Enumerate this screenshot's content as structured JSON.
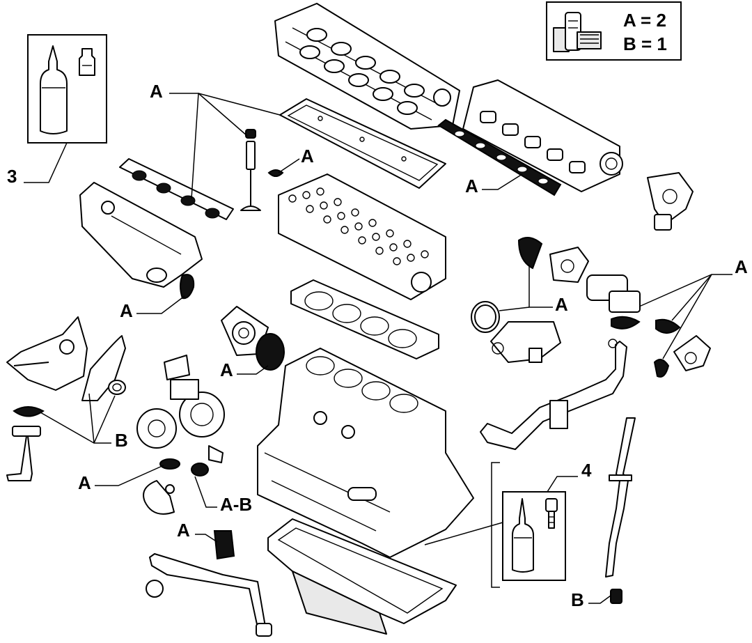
{
  "legend": {
    "icon": "parts-kit-icon",
    "lines": [
      "A = 2",
      "B = 1"
    ]
  },
  "callouts": [
    {
      "id": "A1",
      "text": "A"
    },
    {
      "id": "A2",
      "text": "A"
    },
    {
      "id": "A3",
      "text": "A"
    },
    {
      "id": "A4",
      "text": "A"
    },
    {
      "id": "A5",
      "text": "A"
    },
    {
      "id": "A6",
      "text": "A"
    },
    {
      "id": "A7",
      "text": "A"
    },
    {
      "id": "A8",
      "text": "A"
    },
    {
      "id": "A9",
      "text": "A"
    },
    {
      "id": "B1",
      "text": "B"
    },
    {
      "id": "B2",
      "text": "B"
    },
    {
      "id": "AB",
      "text": "A-B"
    },
    {
      "id": "N3",
      "text": "3"
    },
    {
      "id": "N4",
      "text": "4"
    }
  ],
  "icons": {
    "sealant_kit_3": "sealant-bottle-icon",
    "sealant_kit_4": "threadlocker-bottle-icon"
  }
}
